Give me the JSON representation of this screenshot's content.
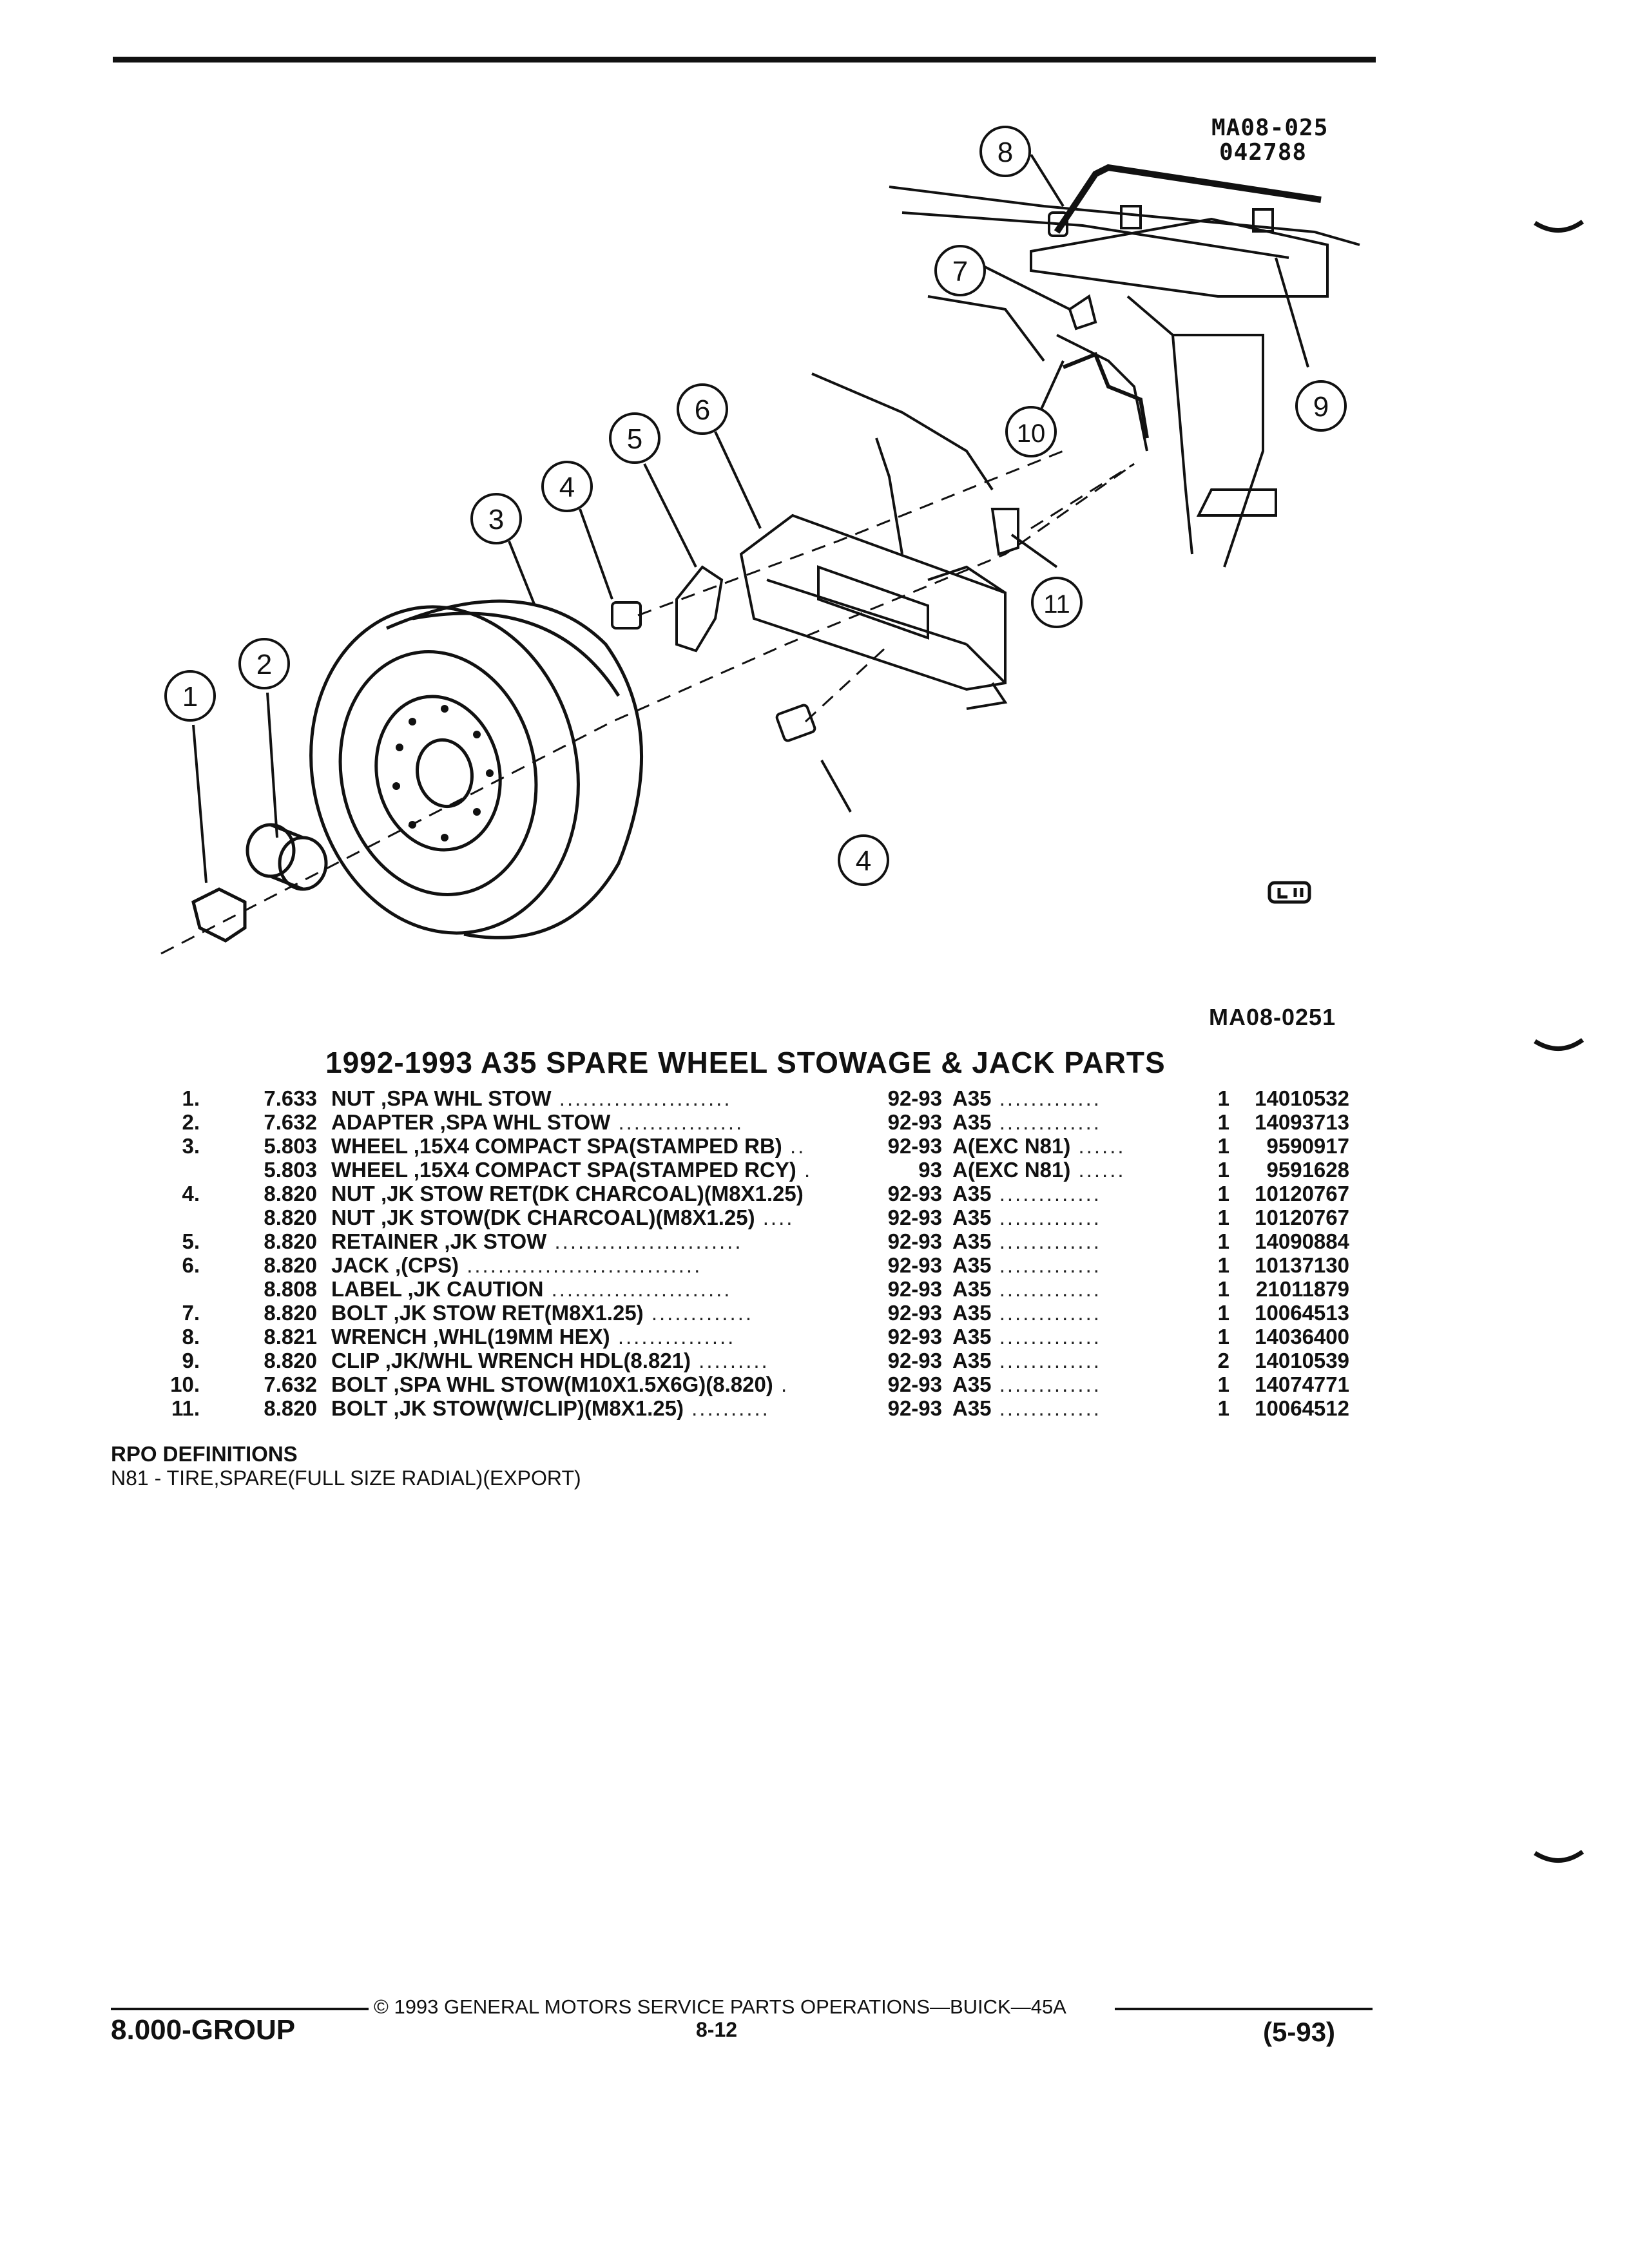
{
  "header": {
    "drawing_ref": "MA08-025",
    "drawing_code": "042788"
  },
  "drawing": {
    "callouts": [
      "1",
      "2",
      "3",
      "4",
      "5",
      "6",
      "7",
      "8",
      "9",
      "10",
      "11",
      "4"
    ],
    "brand_mark": "GM-logo-icon",
    "ref_bottom": "MA08-0251"
  },
  "title": "1992-1993 A35 SPARE WHEEL STOWAGE & JACK PARTS",
  "parts": [
    {
      "item": "1.",
      "group": "7.633",
      "desc": "NUT ,SPA WHL STOW",
      "lead": " ......................",
      "years": "92-93",
      "rpo": "A35",
      "rlead": " .............",
      "qty": "1",
      "pn": "14010532"
    },
    {
      "item": "2.",
      "group": "7.632",
      "desc": "ADAPTER ,SPA WHL STOW",
      "lead": " ................",
      "years": "92-93",
      "rpo": "A35",
      "rlead": " .............",
      "qty": "1",
      "pn": "14093713"
    },
    {
      "item": "3.",
      "group": "5.803",
      "desc": "WHEEL ,15X4 COMPACT SPA(STAMPED RB)",
      "lead": " ..",
      "years": "92-93",
      "rpo": "A(EXC N81)",
      "rlead": " ......",
      "qty": "1",
      "pn": "9590917"
    },
    {
      "item": "",
      "group": "5.803",
      "desc": "WHEEL ,15X4 COMPACT SPA(STAMPED RCY)",
      "lead": " .",
      "years": "93",
      "rpo": "A(EXC N81)",
      "rlead": " ......",
      "qty": "1",
      "pn": "9591628"
    },
    {
      "item": "4.",
      "group": "8.820",
      "desc": "NUT ,JK STOW RET(DK CHARCOAL)(M8X1.25)",
      "lead": "",
      "years": "92-93",
      "rpo": "A35",
      "rlead": " .............",
      "qty": "1",
      "pn": "10120767"
    },
    {
      "item": "",
      "group": "8.820",
      "desc": "NUT ,JK STOW(DK CHARCOAL)(M8X1.25)",
      "lead": " ....",
      "years": "92-93",
      "rpo": "A35",
      "rlead": " .............",
      "qty": "1",
      "pn": "10120767"
    },
    {
      "item": "5.",
      "group": "8.820",
      "desc": "RETAINER ,JK STOW",
      "lead": " ........................",
      "years": "92-93",
      "rpo": "A35",
      "rlead": " .............",
      "qty": "1",
      "pn": "14090884"
    },
    {
      "item": "6.",
      "group": "8.820",
      "desc": "JACK ,(CPS)",
      "lead": " ..............................",
      "years": "92-93",
      "rpo": "A35",
      "rlead": " .............",
      "qty": "1",
      "pn": "10137130"
    },
    {
      "item": "",
      "group": "8.808",
      "desc": "LABEL ,JK CAUTION",
      "lead": " .......................",
      "years": "92-93",
      "rpo": "A35",
      "rlead": " .............",
      "qty": "1",
      "pn": "21011879"
    },
    {
      "item": "7.",
      "group": "8.820",
      "desc": "BOLT ,JK STOW RET(M8X1.25)",
      "lead": " .............",
      "years": "92-93",
      "rpo": "A35",
      "rlead": " .............",
      "qty": "1",
      "pn": "10064513"
    },
    {
      "item": "8.",
      "group": "8.821",
      "desc": "WRENCH ,WHL(19MM HEX)",
      "lead": " ...............",
      "years": "92-93",
      "rpo": "A35",
      "rlead": " .............",
      "qty": "1",
      "pn": "14036400"
    },
    {
      "item": "9.",
      "group": "8.820",
      "desc": "CLIP ,JK/WHL WRENCH HDL(8.821)",
      "lead": " .........",
      "years": "92-93",
      "rpo": "A35",
      "rlead": " .............",
      "qty": "2",
      "pn": "14010539"
    },
    {
      "item": "10.",
      "group": "7.632",
      "desc": "BOLT ,SPA WHL STOW(M10X1.5X6G)(8.820)",
      "lead": " .",
      "years": "92-93",
      "rpo": "A35",
      "rlead": " .............",
      "qty": "1",
      "pn": "14074771"
    },
    {
      "item": "11.",
      "group": "8.820",
      "desc": "BOLT ,JK STOW(W/CLIP)(M8X1.25)",
      "lead": " ..........",
      "years": "92-93",
      "rpo": "A35",
      "rlead": " .............",
      "qty": "1",
      "pn": "10064512"
    }
  ],
  "rpo": {
    "title": "RPO DEFINITIONS",
    "definition": "N81 - TIRE,SPARE(FULL SIZE RADIAL)(EXPORT)"
  },
  "footer": {
    "copyright": "© 1993 GENERAL MOTORS SERVICE PARTS OPERATIONS—BUICK—45A",
    "group": "8.000-GROUP",
    "page": "8-12",
    "date": "(5-93)"
  }
}
